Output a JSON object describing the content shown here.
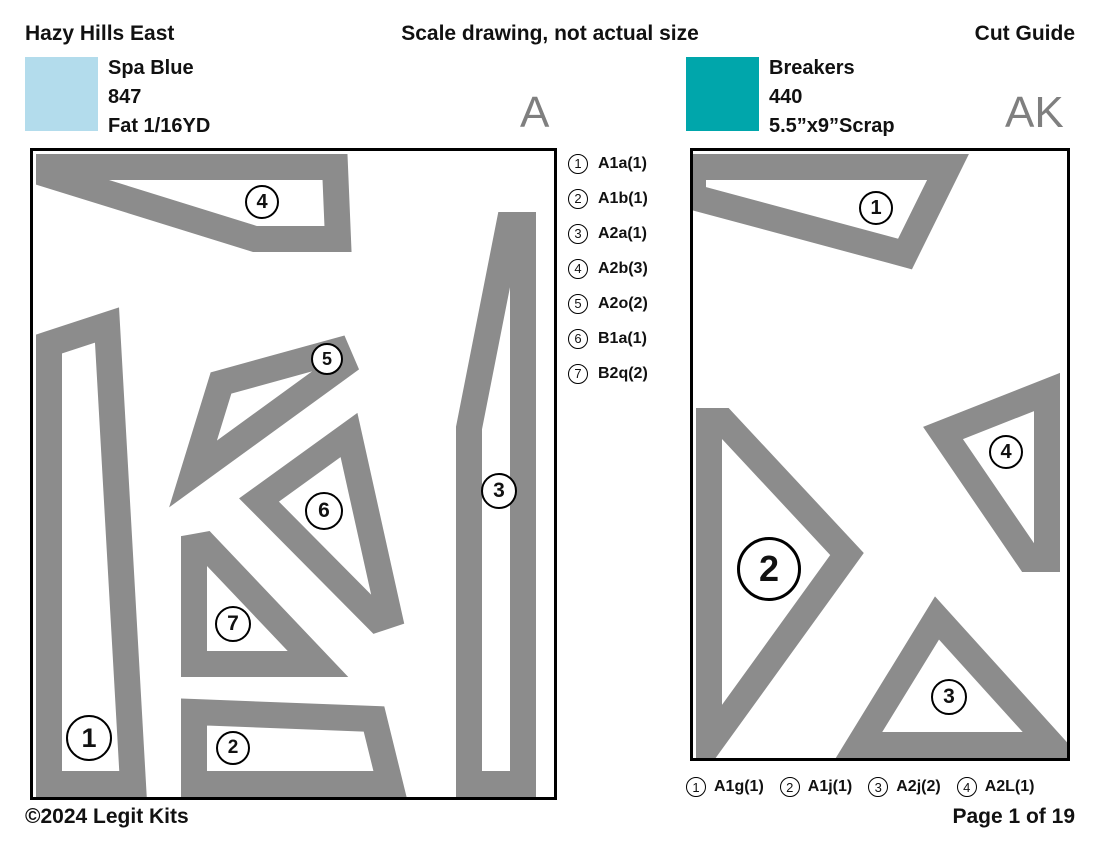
{
  "header": {
    "pattern_name": "Hazy Hills East",
    "scale_note": "Scale drawing, not actual size",
    "doc_type": "Cut Guide"
  },
  "fabrics": [
    {
      "name": "Spa Blue",
      "number": "847",
      "cut_size": "Fat 1/16YD",
      "letter": "A",
      "color": "#b3dcec",
      "legend": [
        {
          "num": "1",
          "code": "A1a(1)"
        },
        {
          "num": "2",
          "code": "A1b(1)"
        },
        {
          "num": "3",
          "code": "A2a(1)"
        },
        {
          "num": "4",
          "code": "A2b(3)"
        },
        {
          "num": "5",
          "code": "A2o(2)"
        },
        {
          "num": "6",
          "code": "B1a(1)"
        },
        {
          "num": "7",
          "code": "B2q(2)"
        }
      ],
      "piece_labels": [
        "1",
        "2",
        "3",
        "4",
        "5",
        "6",
        "7"
      ]
    },
    {
      "name": "Breakers",
      "number": "440",
      "cut_size": "5.5”x9”Scrap",
      "letter": "AK",
      "color": "#00a6ab",
      "legend": [
        {
          "num": "1",
          "code": "A1g(1)"
        },
        {
          "num": "2",
          "code": "A1j(1)"
        },
        {
          "num": "3",
          "code": "A2j(2)"
        },
        {
          "num": "4",
          "code": "A2L(1)"
        }
      ],
      "piece_labels": [
        "1",
        "2",
        "3",
        "4"
      ]
    }
  ],
  "footer": {
    "copyright": "©2024 Legit Kits",
    "page": "Page 1 of 19"
  }
}
